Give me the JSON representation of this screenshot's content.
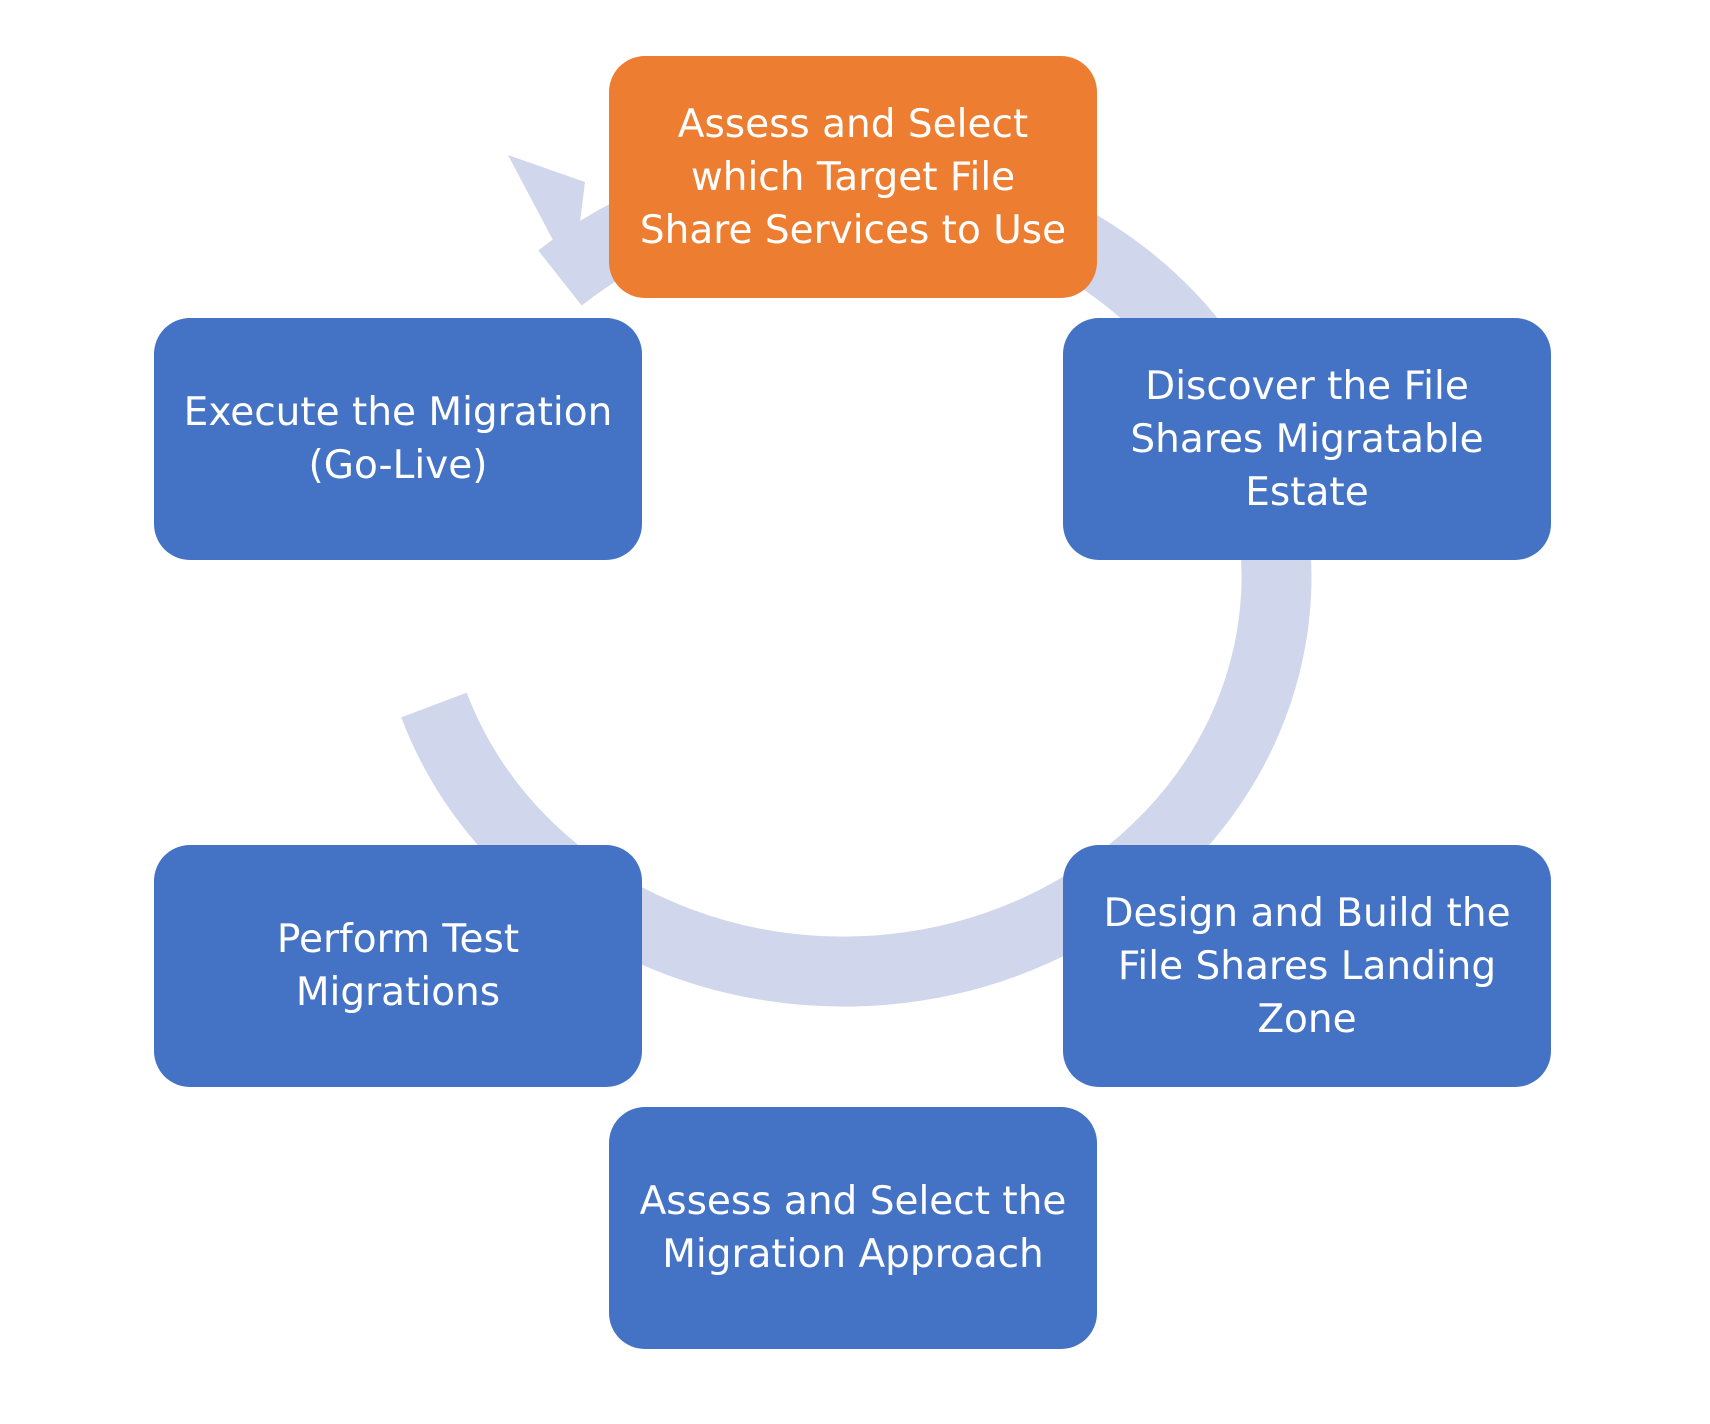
{
  "diagram": {
    "colors": {
      "active_step": "#ED7D31",
      "step": "#4472C4",
      "ring": "#D0D6EB",
      "text": "#FFFFFF"
    },
    "steps": [
      {
        "label": "Assess and Select\nwhich Target File\nShare Services to Use",
        "state": "active"
      },
      {
        "label": "Discover the File\nShares Migratable\nEstate",
        "state": "normal"
      },
      {
        "label": "Design and Build the\nFile Shares Landing\nZone",
        "state": "normal"
      },
      {
        "label": "Assess and Select the\nMigration Approach",
        "state": "normal"
      },
      {
        "label": "Perform Test\nMigrations",
        "state": "normal"
      },
      {
        "label": "Execute the Migration\n(Go-Live)",
        "state": "normal"
      }
    ]
  }
}
